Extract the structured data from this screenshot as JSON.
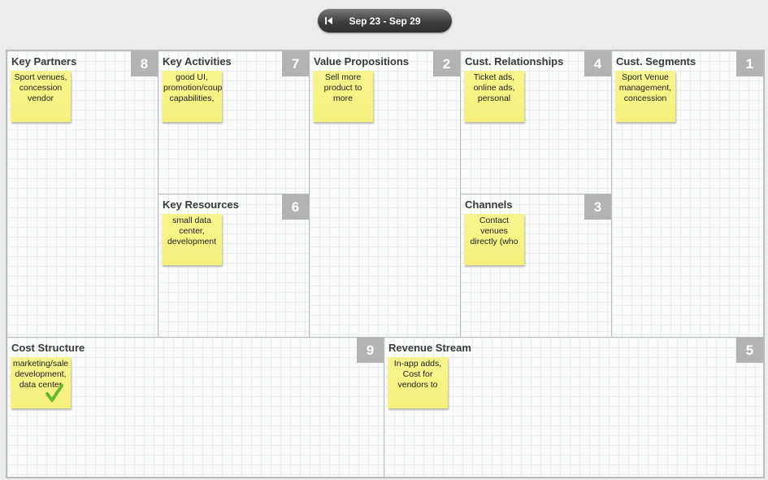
{
  "header": {
    "date_range": "Sep 23 - Sep 29",
    "prev_icon": "skip-back-icon"
  },
  "blocks": {
    "key_partners": {
      "title": "Key Partners",
      "number": "8",
      "notes": [
        "Sport venues, concession vendor"
      ]
    },
    "key_activities": {
      "title": "Key Activities",
      "number": "7",
      "notes": [
        "good UI, promotion/coupon capabilities,"
      ]
    },
    "value_propositions": {
      "title": "Value Propositions",
      "number": "2",
      "notes": [
        "Sell more product to more"
      ]
    },
    "cust_relationships": {
      "title": "Cust. Relationships",
      "number": "4",
      "notes": [
        "Ticket ads, online ads, personal"
      ]
    },
    "cust_segments": {
      "title": "Cust. Segments",
      "number": "1",
      "notes": [
        "Sport Venue management, concession"
      ]
    },
    "key_resources": {
      "title": "Key Resources",
      "number": "6",
      "notes": [
        "small data center, development"
      ]
    },
    "channels": {
      "title": "Channels",
      "number": "3",
      "notes": [
        "Contact venues directly (who"
      ]
    },
    "cost_structure": {
      "title": "Cost Structure",
      "number": "9",
      "notes": [
        "marketing/sale development, data center"
      ],
      "note_icon": "checkmark-icon"
    },
    "revenue_stream": {
      "title": "Revenue Stream",
      "number": "5",
      "notes": [
        "In-app adds, Cost for vendors to"
      ]
    }
  },
  "colors": {
    "note": "#f5f27f",
    "number_badge": "#b3b3b3",
    "checkmark": "#6ab82e",
    "header_pill": "#444444"
  }
}
